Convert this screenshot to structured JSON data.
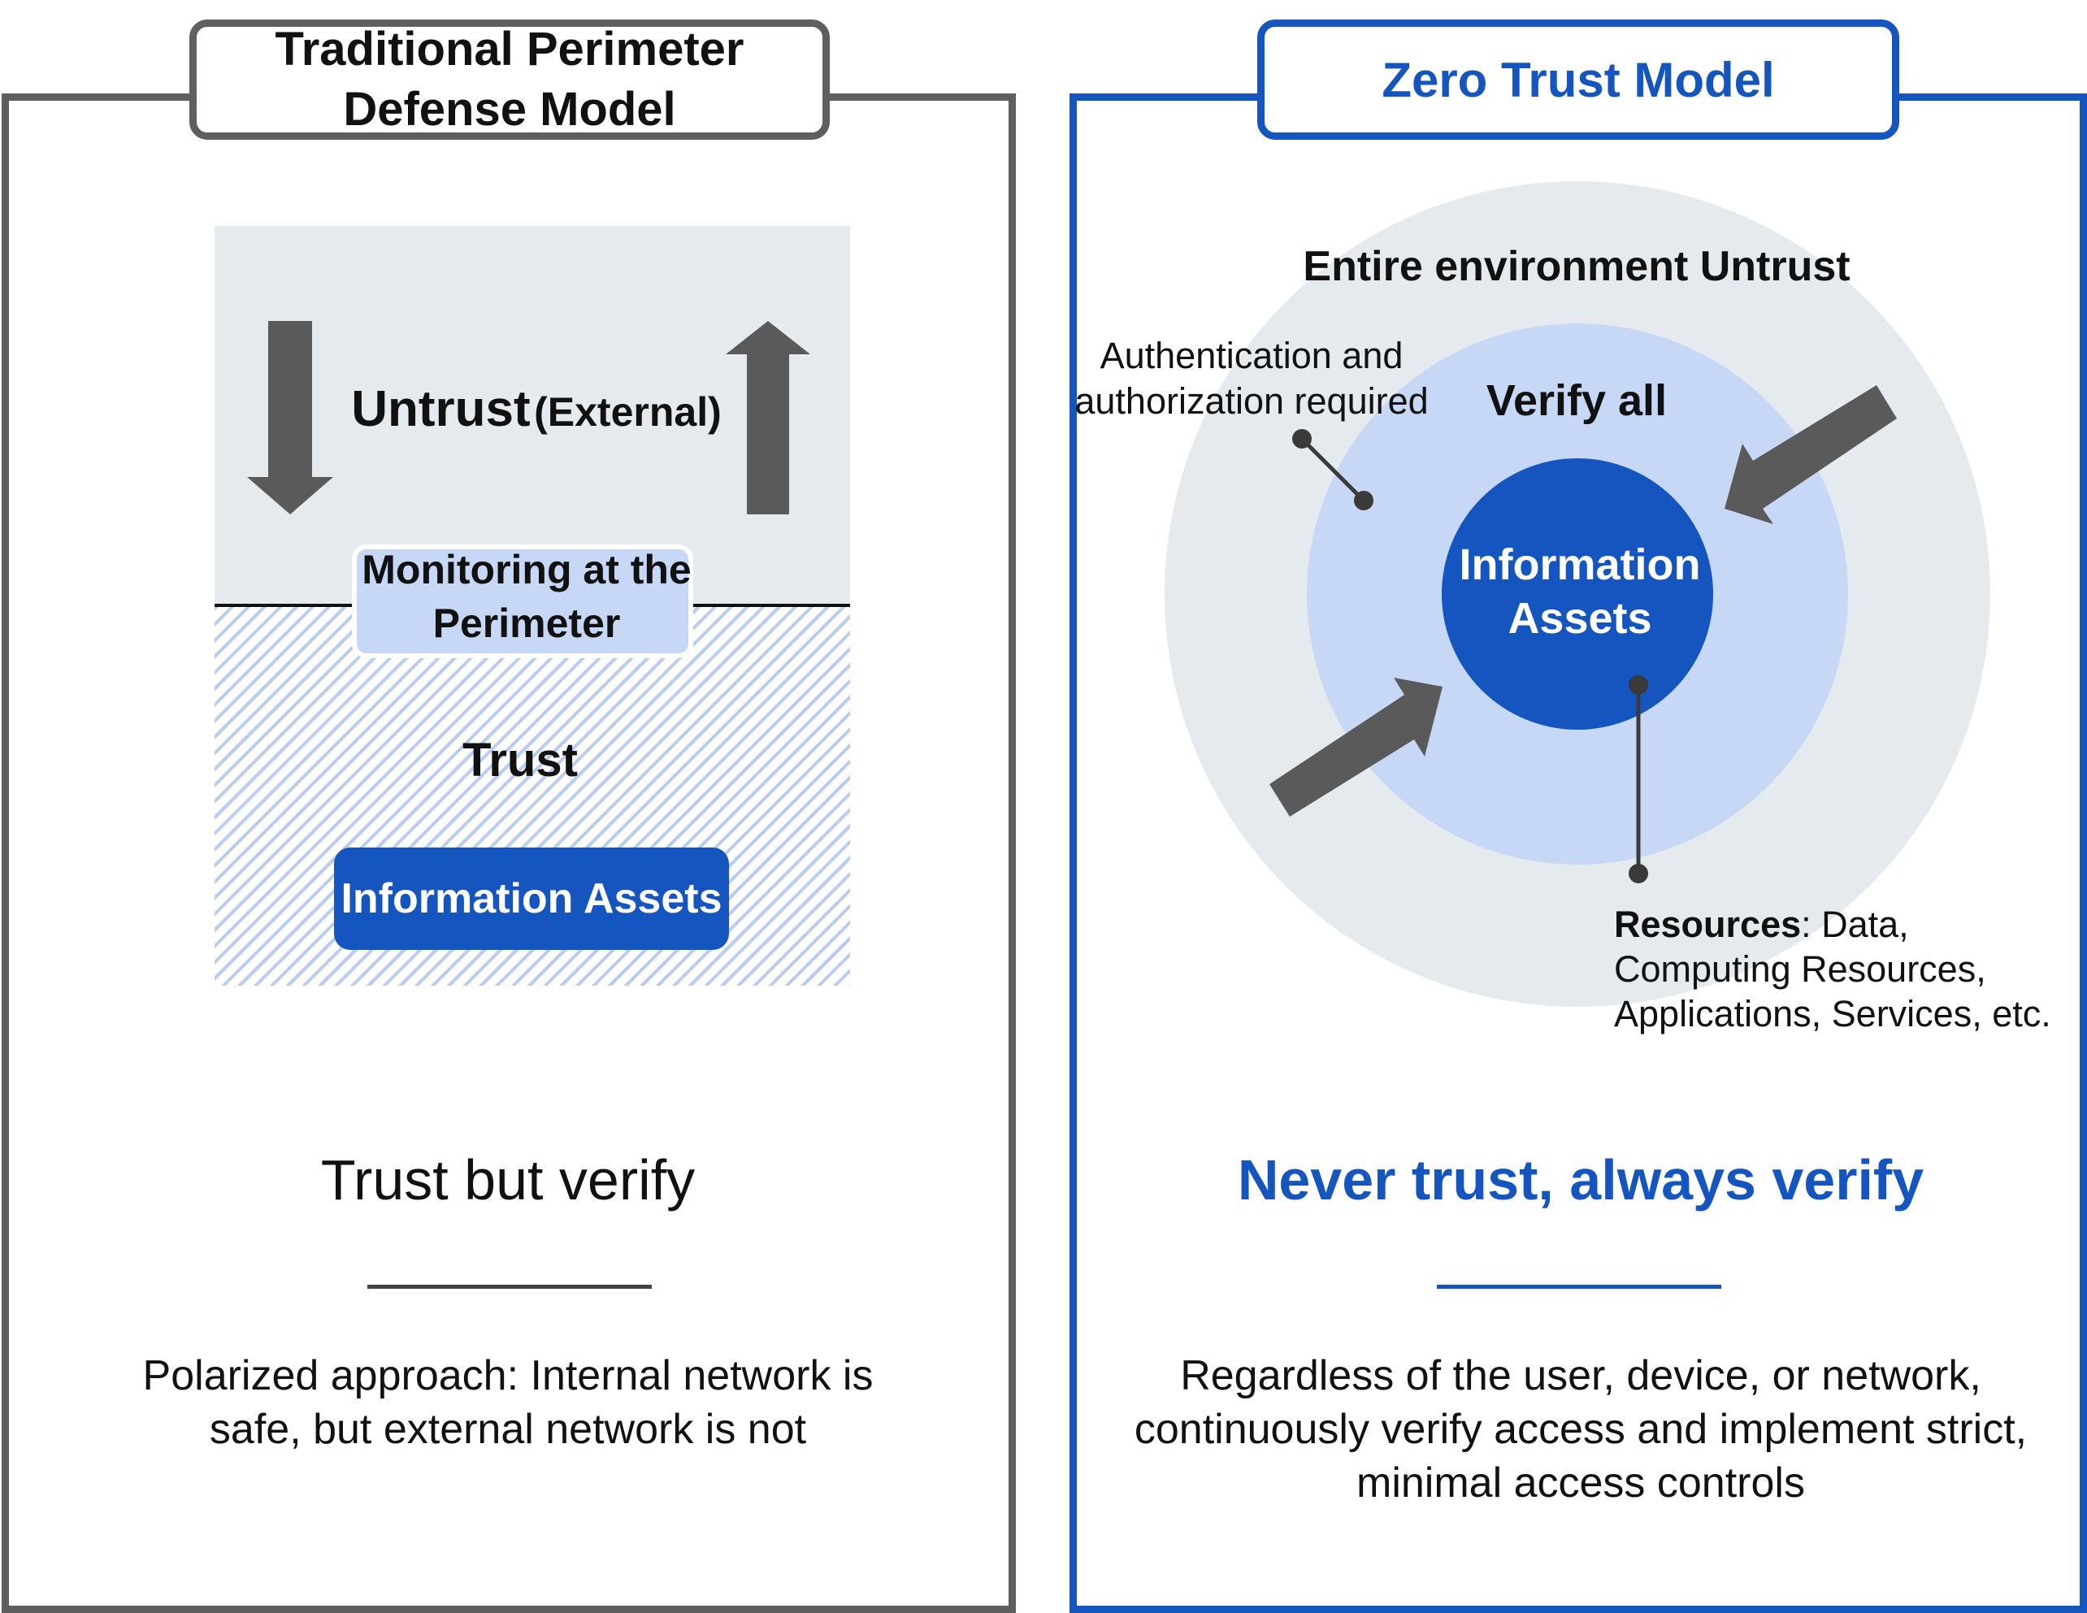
{
  "traditional": {
    "title": "Traditional Perimeter Defense Model",
    "untrust_label": "Untrust",
    "untrust_qualifier": "(External)",
    "monitoring_label": "Monitoring at the Perimeter",
    "trust_label": "Trust",
    "assets_label": "Information Assets",
    "slogan": "Trust but verify",
    "description": "Polarized approach: Internal network is safe, but external network is not"
  },
  "zero_trust": {
    "title": "Zero Trust Model",
    "environment_label": "Entire environment Untrust",
    "verify_label": "Verify all",
    "auth_note": "Authentication and authorization required",
    "assets_label": "Information Assets",
    "resources_heading": "Resources",
    "resources_detail": ": Data, Computing Resources, Applications, Services, etc.",
    "slogan": "Never trust, always verify",
    "description": "Regardless of the user, device, or network, continuously verify access and implement strict, minimal access controls"
  },
  "colors": {
    "accent_blue": "#1555c0",
    "frame_gray": "#5f5f5f",
    "arrow_gray": "#5a5a5a",
    "untrust_zone": "#e4eaed",
    "verify_ring": "#c6d8f5"
  },
  "icons": [
    "arrow-down-icon",
    "arrow-up-icon",
    "arrow-inward-icon"
  ]
}
